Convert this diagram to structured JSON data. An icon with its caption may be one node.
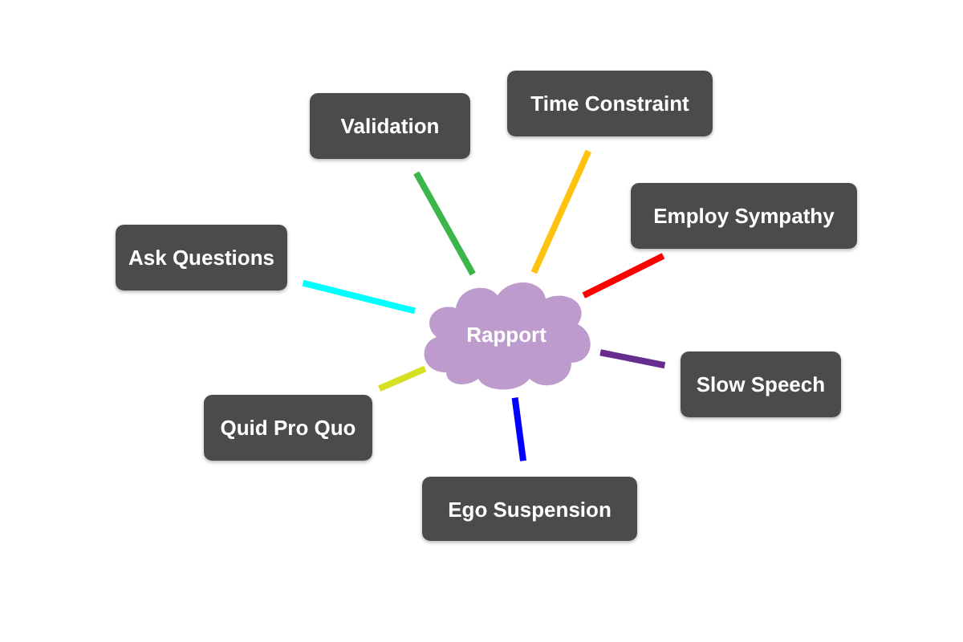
{
  "diagram": {
    "nodes": [
      {
        "text": [
          "Rapport"
        ]
      },
      {
        "text": [
          "Validation"
        ]
      },
      {
        "text": [
          "Time Constraint"
        ]
      },
      {
        "text": [
          "Employ Sympathy"
        ]
      },
      {
        "text": [
          "Ask Questions"
        ]
      },
      {
        "text": [
          "Slow Speech"
        ]
      },
      {
        "text": [
          "Quid Pro Quo"
        ]
      },
      {
        "text": [
          "Ego Suspension"
        ]
      }
    ],
    "edges": [
      {
        "from": 0,
        "to": 1,
        "arrow": "none",
        "color": "#3cb54a"
      },
      {
        "from": 0,
        "to": 2,
        "arrow": "none",
        "color": "#ffc20e"
      },
      {
        "from": 0,
        "to": 3,
        "arrow": "none",
        "color": "#ff0000"
      },
      {
        "from": 0,
        "to": 4,
        "arrow": "none",
        "color": "#00ffff"
      },
      {
        "from": 0,
        "to": 5,
        "arrow": "none",
        "color": "#662d91"
      },
      {
        "from": 0,
        "to": 6,
        "arrow": "none",
        "color": "#d7df23"
      },
      {
        "from": 0,
        "to": 7,
        "arrow": "none",
        "color": "#0000ff"
      }
    ]
  }
}
